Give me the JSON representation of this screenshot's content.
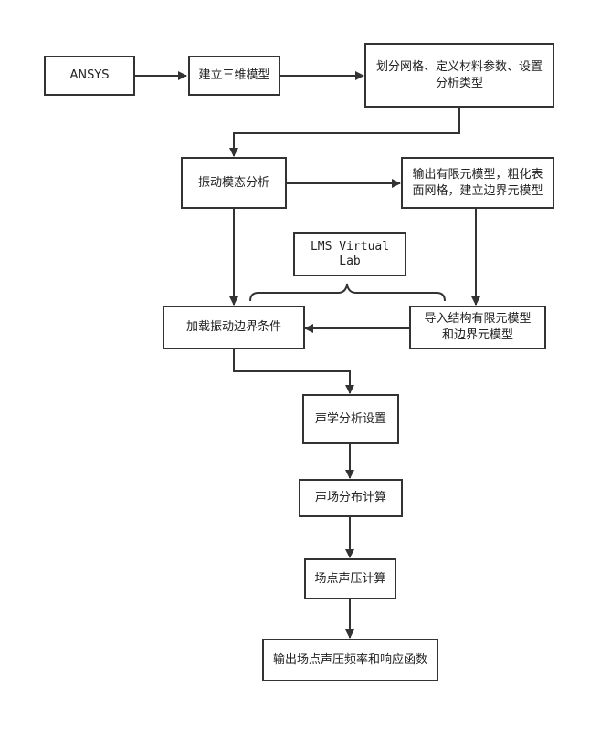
{
  "diagram": {
    "type": "flowchart",
    "nodes": {
      "ansys": {
        "label": "ANSYS"
      },
      "build_3d": {
        "label": "建立三维模型"
      },
      "mesh_material": {
        "line1": "划分网格、定义材料参数、设置",
        "line2": "分析类型"
      },
      "modal": {
        "label": "振动模态分析"
      },
      "export_fem": {
        "line1": "输出有限元模型，粗化表",
        "line2": "面网格，建立边界元模型"
      },
      "lms": {
        "line1": "LMS Virtual",
        "line2": "Lab"
      },
      "load_bc": {
        "label": "加载振动边界条件"
      },
      "import_models": {
        "line1": "导入结构有限元模型",
        "line2": "和边界元模型"
      },
      "acoustic_setup": {
        "label": "声学分析设置"
      },
      "field_dist": {
        "label": "声场分布计算"
      },
      "point_pressure": {
        "label": "场点声压计算"
      },
      "output_frf": {
        "label": "输出场点声压频率和响应函数"
      }
    },
    "edges": [
      {
        "from": "ansys",
        "to": "build_3d"
      },
      {
        "from": "build_3d",
        "to": "mesh_material"
      },
      {
        "from": "mesh_material",
        "to": "modal"
      },
      {
        "from": "modal",
        "to": "export_fem"
      },
      {
        "from": "modal",
        "to": "load_bc"
      },
      {
        "from": "export_fem",
        "to": "import_models"
      },
      {
        "from": "import_models",
        "to": "load_bc"
      },
      {
        "from": "load_bc",
        "to": "acoustic_setup"
      },
      {
        "from": "acoustic_setup",
        "to": "field_dist"
      },
      {
        "from": "field_dist",
        "to": "point_pressure"
      },
      {
        "from": "point_pressure",
        "to": "output_frf"
      }
    ],
    "groupings": [
      {
        "label_node": "lms",
        "spans": [
          "load_bc",
          "import_models"
        ],
        "shape": "curly-brace"
      }
    ]
  }
}
